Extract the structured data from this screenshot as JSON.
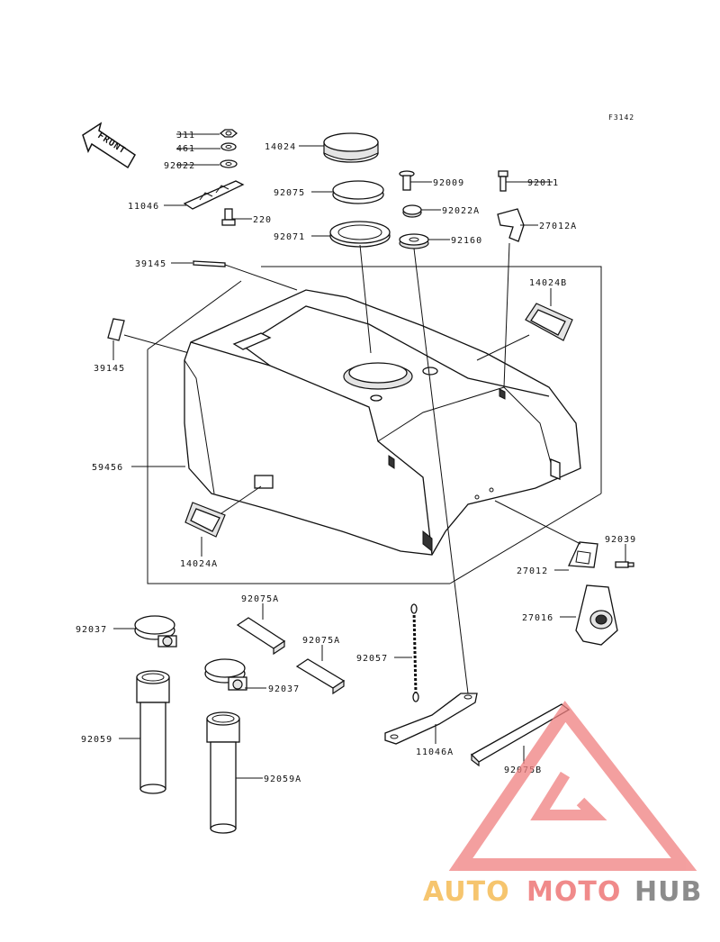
{
  "figure_code": "F3142",
  "front_label": "FRONT",
  "parts": [
    {
      "id": "p-311",
      "label": "311"
    },
    {
      "id": "p-461",
      "label": "461"
    },
    {
      "id": "p-92022",
      "label": "92022"
    },
    {
      "id": "p-11046",
      "label": "11046"
    },
    {
      "id": "p-220",
      "label": "220"
    },
    {
      "id": "p-14024",
      "label": "14024"
    },
    {
      "id": "p-92075",
      "label": "92075"
    },
    {
      "id": "p-92071",
      "label": "92071"
    },
    {
      "id": "p-92009",
      "label": "92009"
    },
    {
      "id": "p-92022a",
      "label": "92022A"
    },
    {
      "id": "p-92160",
      "label": "92160"
    },
    {
      "id": "p-92011",
      "label": "92011"
    },
    {
      "id": "p-27012a",
      "label": "27012A"
    },
    {
      "id": "p-39145-top",
      "label": "39145"
    },
    {
      "id": "p-14024b",
      "label": "14024B"
    },
    {
      "id": "p-39145-side",
      "label": "39145"
    },
    {
      "id": "p-59456",
      "label": "59456"
    },
    {
      "id": "p-14024a",
      "label": "14024A"
    },
    {
      "id": "p-92039",
      "label": "92039"
    },
    {
      "id": "p-27012",
      "label": "27012"
    },
    {
      "id": "p-27016",
      "label": "27016"
    },
    {
      "id": "p-92075a-1",
      "label": "92075A"
    },
    {
      "id": "p-92075a-2",
      "label": "92075A"
    },
    {
      "id": "p-92037-1",
      "label": "92037"
    },
    {
      "id": "p-92037-2",
      "label": "92037"
    },
    {
      "id": "p-92057",
      "label": "92057"
    },
    {
      "id": "p-92059",
      "label": "92059"
    },
    {
      "id": "p-92059a",
      "label": "92059A"
    },
    {
      "id": "p-11046a",
      "label": "11046A"
    },
    {
      "id": "p-92075b",
      "label": "92075B"
    }
  ],
  "watermark": {
    "brand_part1": "AUTO",
    "brand_part2": "MOTO",
    "brand_part3": "HUB",
    "colors": {
      "part1": "#f6c56e",
      "part2": "#f08a8a",
      "part3": "#8c8c8c",
      "triangle": "#f08080"
    }
  }
}
